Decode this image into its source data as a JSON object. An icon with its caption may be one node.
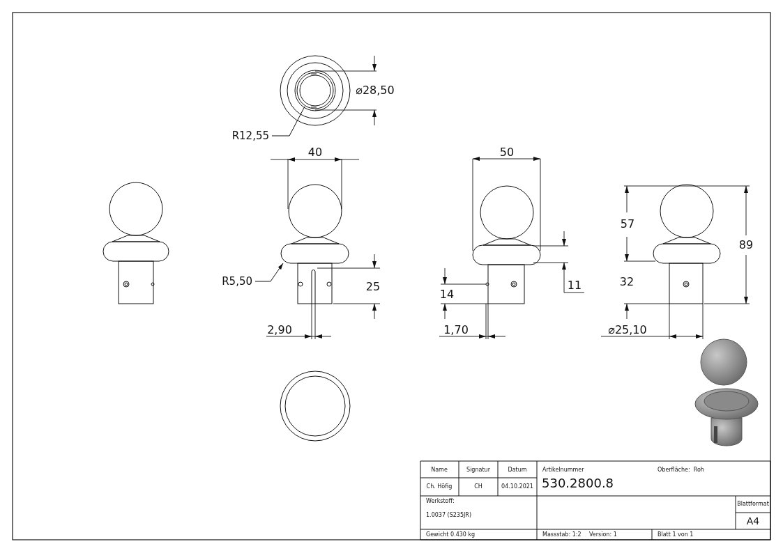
{
  "diagram": {
    "nodes": [
      {
        "text": [
          "R12,55"
        ]
      },
      {
        "text": [
          "R5,50"
        ]
      }
    ],
    "edges": [
      {
        "from": 0,
        "to": null,
        "arrow": "none"
      },
      {
        "from": 1,
        "to": null,
        "arrow": "to"
      }
    ],
    "labels": [
      "⌀28,50",
      "40",
      "50",
      "57",
      "89",
      "25",
      "11",
      "14",
      "32",
      "2,90",
      "1,70",
      "⌀25,10",
      "Name",
      "Signatur",
      "Datum",
      "Artikelnummer",
      "Oberfläche:  Roh",
      "Ch. Höfig",
      "CH",
      "04.10.2021",
      "530.2800.8",
      "Werkstoff:",
      "1.0037 (S235JR)",
      "Blattformat",
      "A4",
      "Gewicht 0.430 kg",
      "Massstab: 1:2",
      "Version: 1",
      "Blatt 1 von 1"
    ]
  }
}
